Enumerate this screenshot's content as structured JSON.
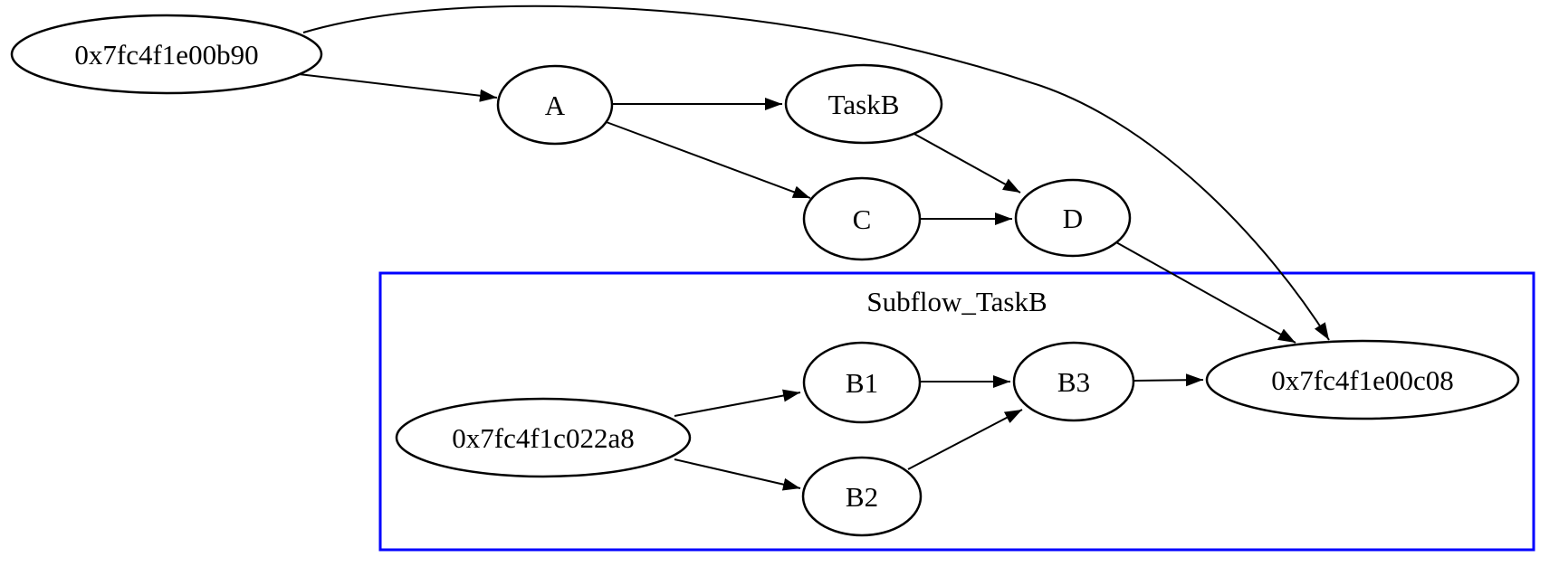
{
  "diagram": {
    "type": "task-dependency-graph",
    "colors": {
      "background": "#ffffff",
      "node_stroke": "#000000",
      "node_fill": "#ffffff",
      "edge": "#000000",
      "subflow_border": "#0000ff",
      "text": "#000000"
    },
    "nodes": {
      "b90": {
        "label": "0x7fc4f1e00b90"
      },
      "a": {
        "label": "A"
      },
      "taskb": {
        "label": "TaskB"
      },
      "c": {
        "label": "C"
      },
      "d": {
        "label": "D"
      },
      "a8": {
        "label": "0x7fc4f1c022a8"
      },
      "b1": {
        "label": "B1"
      },
      "b2": {
        "label": "B2"
      },
      "b3": {
        "label": "B3"
      },
      "c08": {
        "label": "0x7fc4f1e00c08"
      }
    },
    "subflow": {
      "label": "Subflow_TaskB",
      "border_color": "#0000ff",
      "members": [
        "0x7fc4f1c022a8",
        "B1",
        "B2",
        "B3",
        "0x7fc4f1e00c08"
      ]
    },
    "edges": [
      {
        "from": "0x7fc4f1e00b90",
        "to": "A"
      },
      {
        "from": "0x7fc4f1e00b90",
        "to": "0x7fc4f1e00c08"
      },
      {
        "from": "A",
        "to": "TaskB"
      },
      {
        "from": "A",
        "to": "C"
      },
      {
        "from": "TaskB",
        "to": "D"
      },
      {
        "from": "C",
        "to": "D"
      },
      {
        "from": "D",
        "to": "0x7fc4f1e00c08"
      },
      {
        "from": "0x7fc4f1c022a8",
        "to": "B1"
      },
      {
        "from": "0x7fc4f1c022a8",
        "to": "B2"
      },
      {
        "from": "B1",
        "to": "B3"
      },
      {
        "from": "B2",
        "to": "B3"
      },
      {
        "from": "B3",
        "to": "0x7fc4f1e00c08"
      }
    ]
  }
}
